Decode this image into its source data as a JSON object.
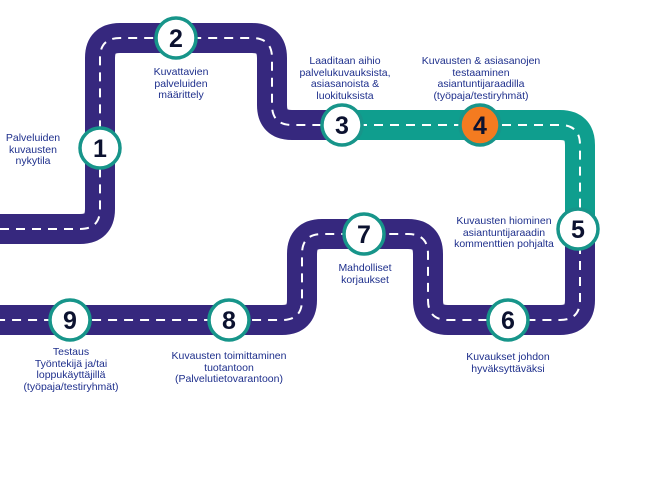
{
  "colors": {
    "road_primary": "#36287e",
    "road_accent": "#0f9e8e",
    "dash": "#ffffff",
    "node_border": "#17958a",
    "node_fill": "#ffffff",
    "node_active_fill": "#f47b20",
    "text": "#1e2f8c"
  },
  "steps": [
    {
      "number": "1",
      "label": [
        "Palveluiden",
        "kuvausten",
        "nykytila"
      ],
      "active": false
    },
    {
      "number": "2",
      "label": [
        "Kuvattavien",
        "palveluiden",
        "määrittely"
      ],
      "active": false
    },
    {
      "number": "3",
      "label": [
        "Laaditaan aihio",
        "palvelukuvauksista,",
        "asiasanoista &",
        "luokituksista"
      ],
      "active": false
    },
    {
      "number": "4",
      "label": [
        "Kuvausten & asiasanojen",
        "testaaminen",
        "asiantuntijaraadilla",
        "(työpaja/testiryhmät)"
      ],
      "active": true
    },
    {
      "number": "5",
      "label": [
        "Kuvausten hiominen",
        "asiantuntijaraadin",
        "kommenttien pohjalta"
      ],
      "active": false
    },
    {
      "number": "6",
      "label": [
        "Kuvaukset  johdon",
        "hyväksyttäväksi"
      ],
      "active": false
    },
    {
      "number": "7",
      "label": [
        "Mahdolliset",
        "korjaukset"
      ],
      "active": false
    },
    {
      "number": "8",
      "label": [
        "Kuvausten toimittaminen",
        "tuotantoon",
        "(Palvelutietovarantoon)"
      ],
      "active": false
    },
    {
      "number": "9",
      "label": [
        "Testaus",
        "Työntekijä ja/tai",
        "loppukäyttäjillä",
        "(työpaja/testiryhmät)"
      ],
      "active": false
    }
  ]
}
